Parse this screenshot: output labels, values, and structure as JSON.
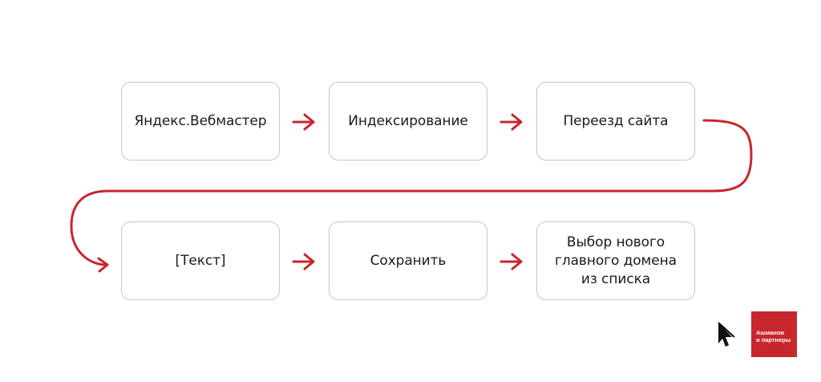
{
  "steps": [
    {
      "label": "Яндекс.Вебмастер"
    },
    {
      "label": "Индексирование"
    },
    {
      "label": "Переезд сайта"
    },
    {
      "label": "[Текст]"
    },
    {
      "label": "Сохранить"
    },
    {
      "label": "Выбор нового главного домена из списка"
    }
  ],
  "colors": {
    "arrow": "#c8262d",
    "box_border": "#c6c6c6",
    "text": "#1a1a1a",
    "brand": "#c8262d"
  },
  "logo": {
    "icon": "ashmanov-cursor-logo-icon",
    "badge_text": "Ашманов\nи партнеры"
  }
}
